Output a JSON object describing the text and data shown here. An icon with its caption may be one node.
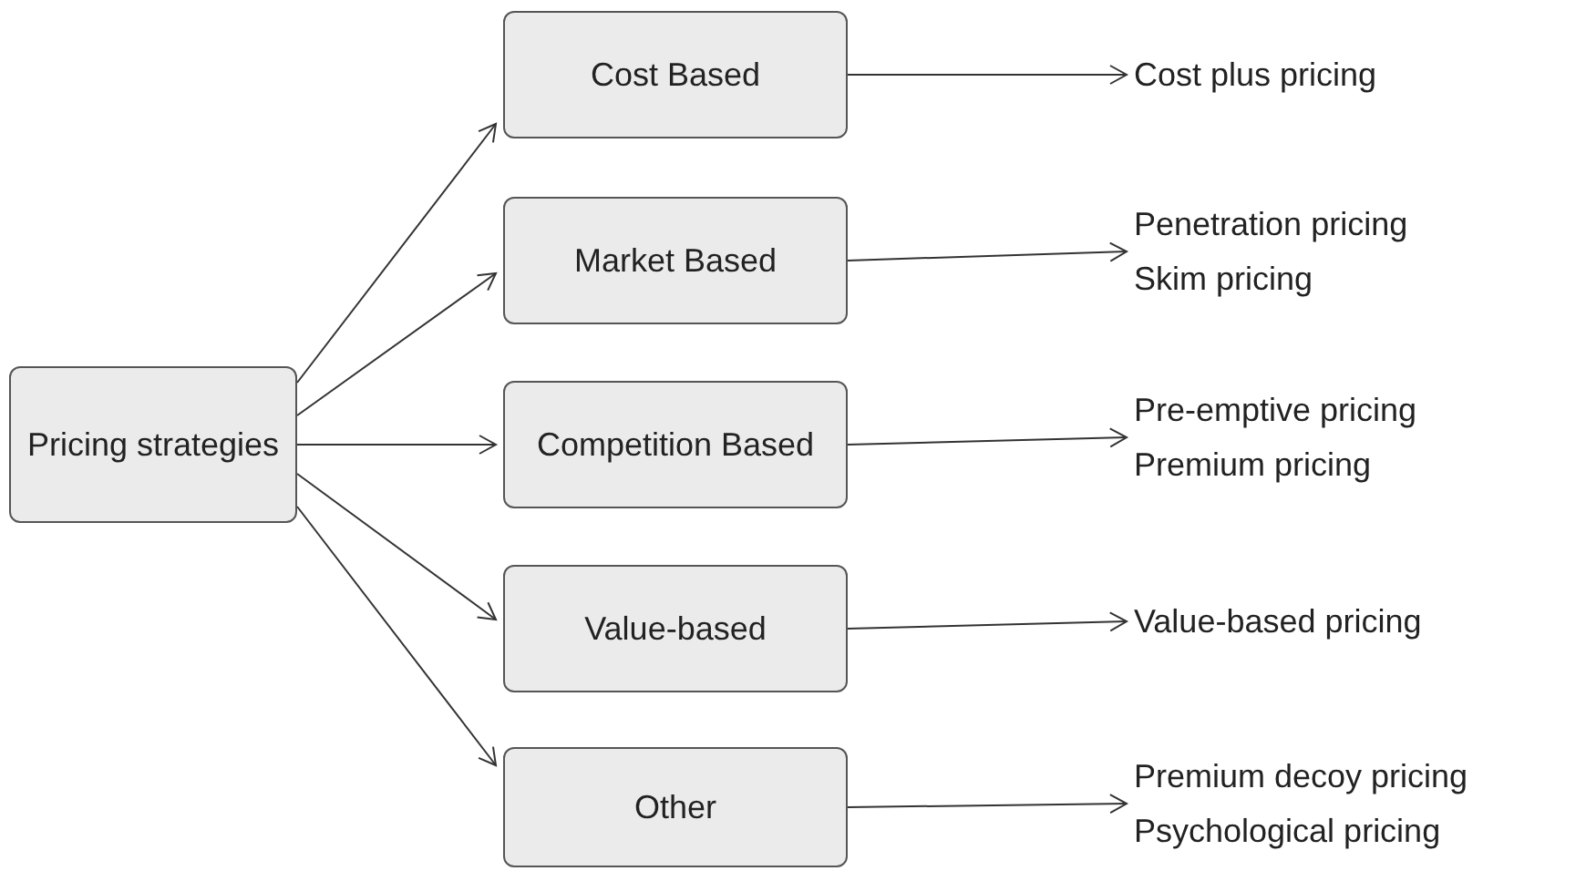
{
  "diagram": {
    "nodes": [
      {
        "text": [
          "Pricing strategies"
        ]
      },
      {
        "text": [
          "Cost Based"
        ]
      },
      {
        "text": [
          "Market Based"
        ]
      },
      {
        "text": [
          "Competition Based"
        ]
      },
      {
        "text": [
          "Value-based"
        ]
      },
      {
        "text": [
          "Other"
        ]
      },
      {
        "text": [
          "Cost plus pricing"
        ]
      },
      {
        "text": [
          "Penetration pricing",
          "Skim pricing"
        ]
      },
      {
        "text": [
          "Pre-emptive pricing",
          "Premium pricing"
        ]
      },
      {
        "text": [
          "Value-based pricing"
        ]
      },
      {
        "text": [
          "Premium decoy pricing",
          "Psychological pricing"
        ]
      }
    ],
    "edges": [
      {
        "from": 0,
        "to": 1,
        "arrow": "to"
      },
      {
        "from": 0,
        "to": 2,
        "arrow": "to"
      },
      {
        "from": 0,
        "to": 3,
        "arrow": "to"
      },
      {
        "from": 0,
        "to": 4,
        "arrow": "to"
      },
      {
        "from": 0,
        "to": 5,
        "arrow": "to"
      },
      {
        "from": 1,
        "to": 6,
        "arrow": "to"
      },
      {
        "from": 2,
        "to": 7,
        "arrow": "to"
      },
      {
        "from": 3,
        "to": 8,
        "arrow": "to"
      },
      {
        "from": 4,
        "to": 9,
        "arrow": "to"
      },
      {
        "from": 5,
        "to": 10,
        "arrow": "to"
      }
    ]
  }
}
